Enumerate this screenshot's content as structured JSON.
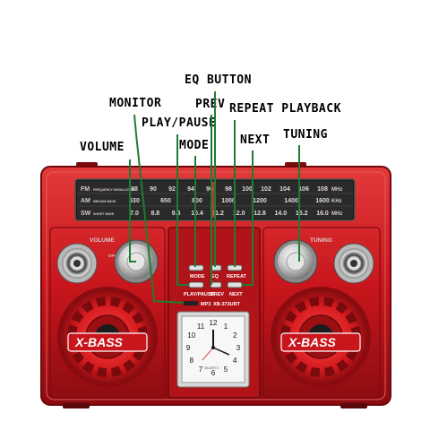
{
  "callouts": {
    "eq_button": "EQ BUTTON",
    "monitor": "MONITOR",
    "prev": "PREV",
    "repeat_playback": "REPEAT PLAYBACK",
    "play_pause": "PLAY/PAUSE",
    "mode": "MODE",
    "volume": "VOLUME",
    "next": "NEXT",
    "tuning": "TUNING"
  },
  "radio": {
    "bands": {
      "fm": {
        "label": "FM",
        "sub": "FREQUENCY MODULATION",
        "scale": [
          "88",
          "90",
          "92",
          "94",
          "96",
          "98",
          "100",
          "102",
          "104",
          "106",
          "108"
        ],
        "unit": "MHz"
      },
      "am": {
        "label": "AM",
        "sub": "MEDIUM WAVE",
        "scale": [
          "530",
          "650",
          "800",
          "1000",
          "1200",
          "1400",
          "1600"
        ],
        "unit": "KHz"
      },
      "sw": {
        "label": "SW",
        "sub": "SHORT WAVE",
        "scale": [
          "7.0",
          "8.8",
          "9.6",
          "10.4",
          "11.2",
          "12.0",
          "12.8",
          "14.0",
          "15.2",
          "16.0"
        ],
        "unit": "MHz"
      }
    },
    "panel_labels": {
      "volume": "VOLUME",
      "tuning": "TUNING",
      "off": "OFF"
    },
    "buttons": {
      "mode": "MODE",
      "eq": "EQ",
      "repeat": "REPEAT",
      "play_pause": "PLAY/PAUSE",
      "prev": "PREV",
      "next": "NEXT",
      "mp3": "MP3"
    },
    "model": "XB-373URT",
    "brand_left": "X-BASS",
    "brand_right": "X-BASS",
    "clock": {
      "numbers": [
        "12",
        "1",
        "2",
        "3",
        "4",
        "5",
        "6",
        "7",
        "8",
        "9",
        "10",
        "11"
      ],
      "quartz": "QUARTZ"
    }
  },
  "colors": {
    "body_red": "#c8161c",
    "dark_red": "#8a0c10",
    "highlight_red": "#e83a3a",
    "callout_line": "#1e7d32",
    "dial_bg": "#1a1a1a",
    "chrome": "#c9c9c9"
  }
}
